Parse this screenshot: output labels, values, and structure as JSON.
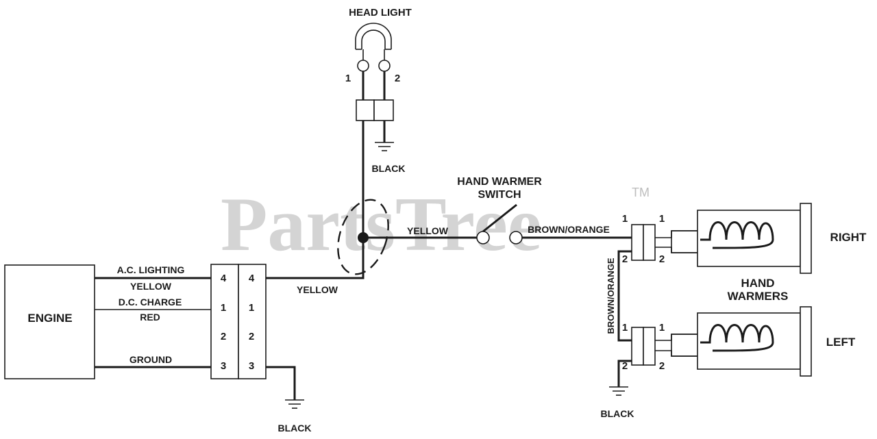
{
  "watermark": {
    "text": "PartsTree",
    "tm": "TM"
  },
  "components": {
    "engine": "ENGINE",
    "head_light": "HEAD LIGHT",
    "switch_line1": "HAND WARMER",
    "switch_line2": "SWITCH",
    "warmers_line1": "HAND",
    "warmers_line2": "WARMERS",
    "right": "RIGHT",
    "left": "LEFT"
  },
  "engine_wires": {
    "ac_lighting": "A.C. LIGHTING",
    "yellow": "YELLOW",
    "dc_charge": "D.C. CHARGE",
    "red": "RED",
    "ground": "GROUND"
  },
  "connector_pins": {
    "left_col": [
      "4",
      "1",
      "2",
      "3"
    ],
    "right_col": [
      "4",
      "1",
      "2",
      "3"
    ]
  },
  "wire_labels": {
    "yellow_main": "YELLOW",
    "yellow_switch": "YELLOW",
    "brown_orange_h": "BROWN/ORANGE",
    "brown_orange_v": "BROWN/ORANGE",
    "black_headlight": "BLACK",
    "black_engine": "BLACK",
    "black_warmers": "BLACK"
  },
  "pins": {
    "headlight_1": "1",
    "headlight_2": "2",
    "rw_in_1": "1",
    "rw_out_1": "1",
    "rw_in_2": "2",
    "rw_out_2": "2",
    "lw_in_1": "1",
    "lw_out_1": "1",
    "lw_in_2": "2",
    "lw_out_2": "2"
  }
}
